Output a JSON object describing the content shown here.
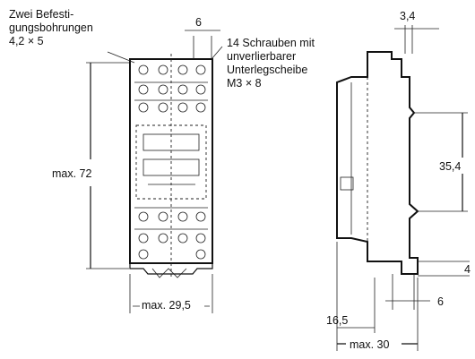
{
  "front_view": {
    "mounting_holes_line1": "Zwei Befesti-",
    "mounting_holes_line2": "gungsbohrungen",
    "mounting_holes_line3": "4,2 × 5",
    "dim_top": "6",
    "screws_line1": "14 Schrauben mit",
    "screws_line2": "unverlierbarer",
    "screws_line3": "Unterlegscheibe",
    "screws_line4": "M3 × 8",
    "height": "max. 72",
    "width": "max. 29,5"
  },
  "side_view": {
    "dim_top": "3,4",
    "dim_rail": "35,4",
    "dim_right": "4",
    "dim_bottom_small": "6",
    "dim_offset": "16,5",
    "depth": "max. 30"
  }
}
